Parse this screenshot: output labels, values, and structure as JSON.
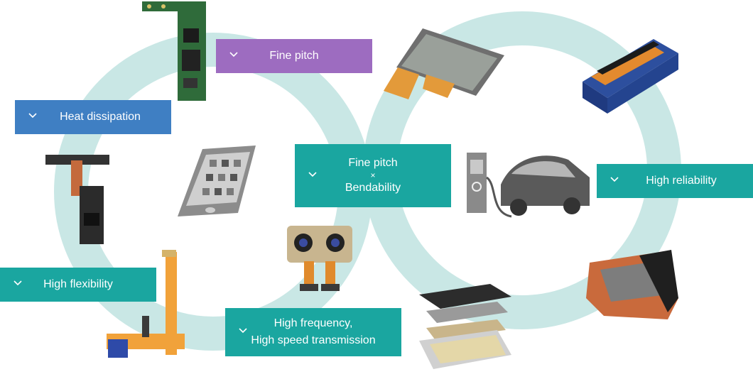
{
  "colors": {
    "ring": "#c9e7e5",
    "teal": "#1aa6a0",
    "purple": "#9d6cc0",
    "blue": "#3f7fc3"
  },
  "labels": {
    "fine_pitch": "Fine pitch",
    "heat_dissipation": "Heat dissipation",
    "center_line1": "Fine pitch",
    "center_line2": "×",
    "center_line3": "Bendability",
    "high_reliability": "High reliability",
    "high_flexibility": "High flexibility",
    "high_freq_line1": "High frequency,",
    "high_freq_line2": "High speed transmission"
  },
  "icons": {
    "chevron": "chevron-down-icon"
  }
}
